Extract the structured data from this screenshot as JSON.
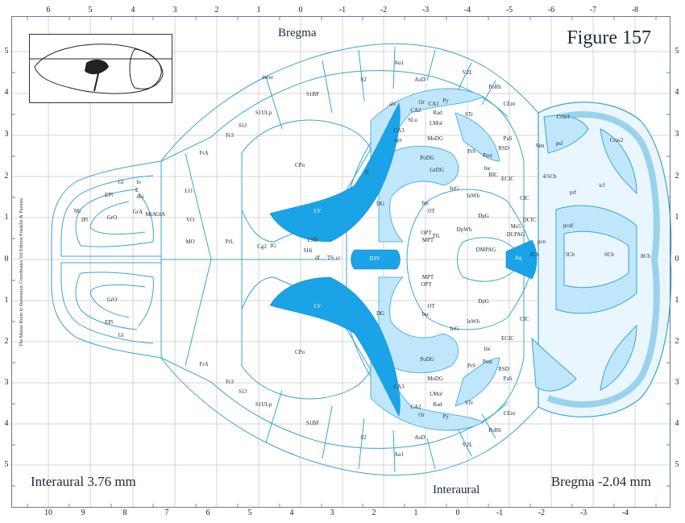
{
  "figure_title": "Figure 157",
  "top_label": "Bregma",
  "bottom_label": "Interaural",
  "interaural_text": "Interaural 3.76 mm",
  "bregma_text": "Bregma -2.04 mm",
  "credit_text": "The Mouse Brain in Stereotaxic Coordinates 3rd Edition Franklin & Paxinos",
  "colors": {
    "ventricle": "#1aa3e6",
    "white_matter": "#bfe6fb",
    "outline": "#3ba3d6",
    "grid": "#c8c8c8"
  },
  "top_axis_ticks": [
    "6",
    "5",
    "4",
    "3",
    "2",
    "1",
    "0",
    "-1",
    "-2",
    "-3",
    "-4",
    "-5",
    "-6",
    "-7",
    "-8"
  ],
  "bottom_axis_ticks": [
    "10",
    "9",
    "8",
    "7",
    "6",
    "5",
    "4",
    "3",
    "2",
    "1",
    "0",
    "-1",
    "-2",
    "-3",
    "-4"
  ],
  "left_axis_ticks": [
    "5",
    "4",
    "3",
    "2",
    "1",
    "0",
    "1",
    "2",
    "3",
    "4",
    "5"
  ],
  "right_axis_ticks": [
    "5",
    "4",
    "3",
    "2",
    "1",
    "0",
    "1",
    "2",
    "3",
    "4",
    "5"
  ],
  "regions_top": [
    {
      "t": "mcer",
      "id": "mcer"
    },
    {
      "t": "S1BF",
      "id": "s1bf"
    },
    {
      "t": "S2",
      "id": "s2"
    },
    {
      "t": "Au1",
      "id": "au1"
    },
    {
      "t": "AuD",
      "id": "aud"
    },
    {
      "t": "V2L",
      "id": "v2l"
    },
    {
      "t": "PoRh",
      "id": "porh"
    },
    {
      "t": "CEnt",
      "id": "cent"
    },
    {
      "t": "S1ULp",
      "id": "s1ulp"
    },
    {
      "t": "S1J",
      "id": "s1j"
    },
    {
      "t": "Fr3",
      "id": "fr3"
    },
    {
      "t": "FrA",
      "id": "fra"
    },
    {
      "t": "LO",
      "id": "lo"
    },
    {
      "t": "VO",
      "id": "vo"
    },
    {
      "t": "MO",
      "id": "mo"
    },
    {
      "t": "PrL",
      "id": "prl"
    },
    {
      "t": "CPu",
      "id": "cpu"
    },
    {
      "t": "LV",
      "id": "lv"
    },
    {
      "t": "Cg2",
      "id": "cg2"
    },
    {
      "t": "IG",
      "id": "ig"
    },
    {
      "t": "LSD",
      "id": "lsd"
    },
    {
      "t": "SHi",
      "id": "shi"
    },
    {
      "t": "df",
      "id": "df"
    },
    {
      "t": "TS",
      "id": "ts"
    },
    {
      "t": "cc",
      "id": "cc"
    },
    {
      "t": "D3V",
      "id": "d3v"
    },
    {
      "t": "alv",
      "id": "alv"
    },
    {
      "t": "Or",
      "id": "or"
    },
    {
      "t": "CA1",
      "id": "ca1"
    },
    {
      "t": "CA2",
      "id": "ca2"
    },
    {
      "t": "Py",
      "id": "py"
    },
    {
      "t": "Rad",
      "id": "rad"
    },
    {
      "t": "SLu",
      "id": "slu"
    },
    {
      "t": "LMol",
      "id": "lmol"
    },
    {
      "t": "CA3",
      "id": "ca3"
    },
    {
      "t": "opt",
      "id": "opt"
    },
    {
      "t": "MoDG",
      "id": "modg"
    },
    {
      "t": "PoDG",
      "id": "podg"
    },
    {
      "t": "GrDG",
      "id": "grdg"
    },
    {
      "t": "DG",
      "id": "dg"
    },
    {
      "t": "fi",
      "id": "fi"
    },
    {
      "t": "STr",
      "id": "str"
    },
    {
      "t": "PrS",
      "id": "prs"
    },
    {
      "t": "Post",
      "id": "post"
    },
    {
      "t": "PaS",
      "id": "pas"
    },
    {
      "t": "RSD",
      "id": "rsd"
    },
    {
      "t": "bic",
      "id": "bic"
    },
    {
      "t": "BIC",
      "id": "bigc"
    },
    {
      "t": "ECIC",
      "id": "ecic"
    },
    {
      "t": "CIC",
      "id": "cic"
    },
    {
      "t": "InG",
      "id": "ing"
    },
    {
      "t": "InWh",
      "id": "inwh"
    },
    {
      "t": "bsc",
      "id": "bsc"
    },
    {
      "t": "OT",
      "id": "ot"
    },
    {
      "t": "OPT",
      "id": "optn"
    },
    {
      "t": "MPT",
      "id": "mpt"
    },
    {
      "t": "TG",
      "id": "tg"
    },
    {
      "t": "DpWh",
      "id": "dpwh"
    },
    {
      "t": "DpG",
      "id": "dpg"
    },
    {
      "t": "Me5",
      "id": "me5"
    },
    {
      "t": "DLPAG",
      "id": "dlpag"
    },
    {
      "t": "DCIC",
      "id": "dcic"
    },
    {
      "t": "DMPAG",
      "id": "dmpag"
    },
    {
      "t": "Aq",
      "id": "aq"
    },
    {
      "t": "2Cb",
      "id": "2cb"
    },
    {
      "t": "pcn",
      "id": "pcn"
    },
    {
      "t": "4/5Cb",
      "id": "45cb"
    },
    {
      "t": "3Cb",
      "id": "3cb"
    },
    {
      "t": "6Cb",
      "id": "6cb"
    },
    {
      "t": "8Cb",
      "id": "8cb"
    },
    {
      "t": "prf",
      "id": "prf"
    },
    {
      "t": "pcuf",
      "id": "pcuf"
    },
    {
      "t": "Crus1",
      "id": "crus1"
    },
    {
      "t": "Crus2",
      "id": "crus2"
    },
    {
      "t": "Sim",
      "id": "sim"
    },
    {
      "t": "psf",
      "id": "psf"
    },
    {
      "t": "icf",
      "id": "icf"
    },
    {
      "t": "Gl",
      "id": "gl"
    },
    {
      "t": "EPl",
      "id": "epl"
    },
    {
      "t": "Mi",
      "id": "mi"
    },
    {
      "t": "IPl",
      "id": "ipl"
    },
    {
      "t": "GrO",
      "id": "gro"
    },
    {
      "t": "lo",
      "id": "lolot"
    },
    {
      "t": "dlo",
      "id": "dlo"
    },
    {
      "t": "GrA",
      "id": "gra"
    },
    {
      "t": "MiA",
      "id": "mia"
    },
    {
      "t": "GlA",
      "id": "gla"
    },
    {
      "t": "E",
      "id": "e"
    }
  ]
}
